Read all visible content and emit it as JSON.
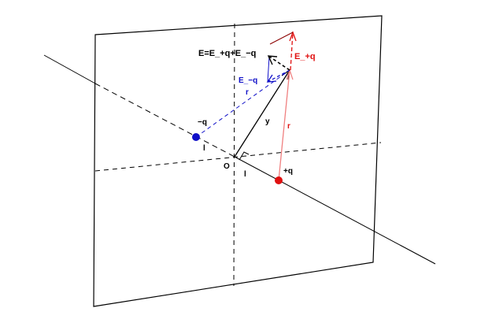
{
  "labels": {
    "sum_formula": "E=E_+q+E_−q",
    "e_plus": "E_+q",
    "e_minus": "E_−q",
    "r_left": "r",
    "r_right": "r",
    "y": "y",
    "neg_charge": "−q",
    "pos_charge": "+q",
    "origin": "O",
    "l_left": "l",
    "l_right": "l"
  },
  "colors": {
    "line": "#000000",
    "negative": "#1010c8",
    "positive": "#e01010",
    "positive_light": "#f08080",
    "background": "#ffffff"
  }
}
